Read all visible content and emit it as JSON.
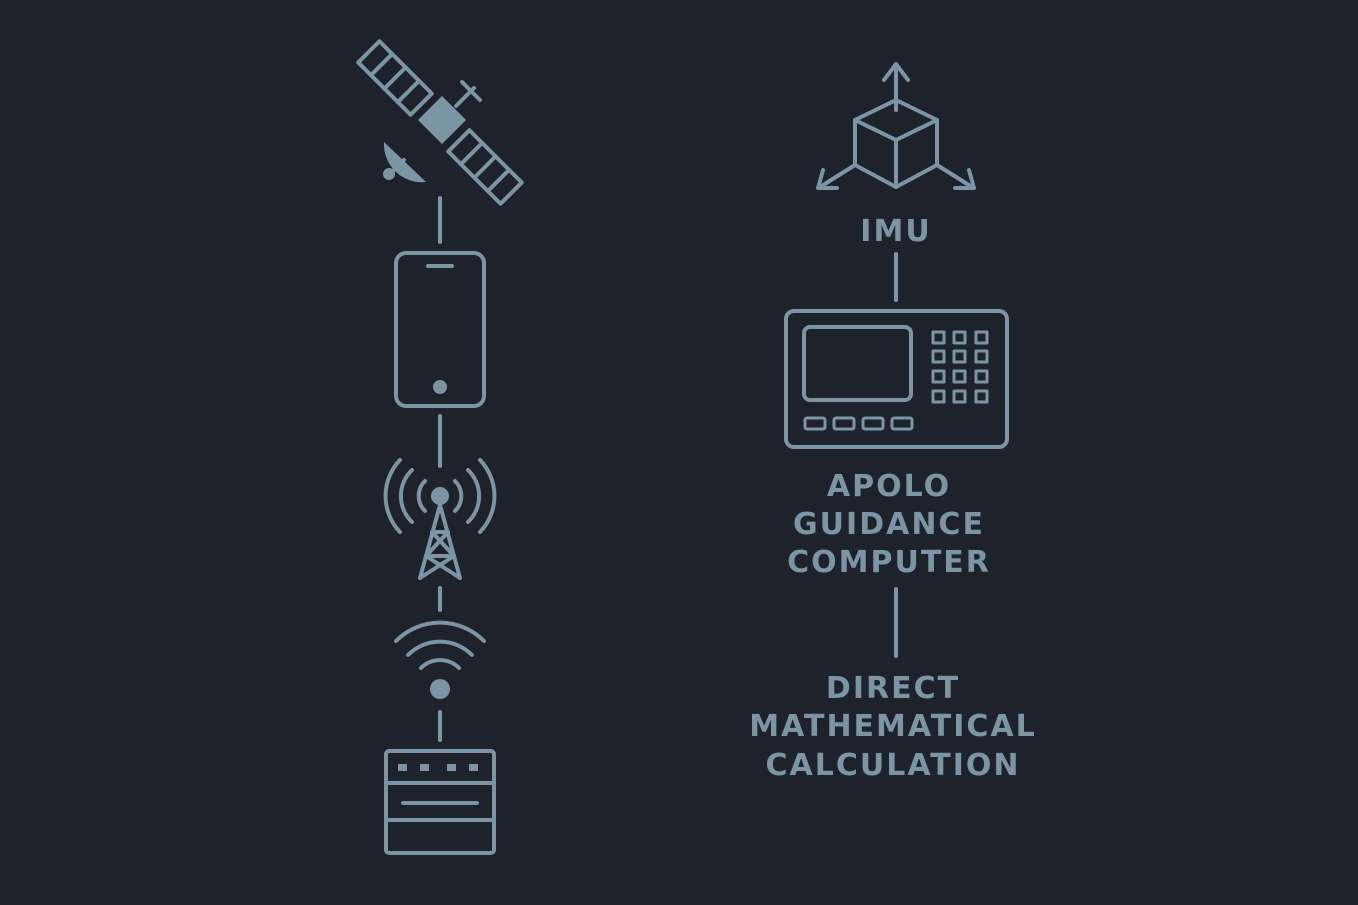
{
  "colors": {
    "background": "#1d222b",
    "line": "#7b95a4"
  },
  "left_chain": {
    "icons": [
      "satellite-icon",
      "smartphone-icon",
      "cell-tower-icon",
      "wifi-icon",
      "router-icon"
    ]
  },
  "right_chain": {
    "icons": [
      "imu-axes-icon",
      "computer-terminal-icon"
    ],
    "imu_label": "IMU",
    "computer_label": [
      "APOLO",
      "GUIDANCE",
      "COMPUTER"
    ],
    "calculation_label": [
      "DIRECT",
      "MATHEMATICAL",
      "CALCULATION"
    ]
  }
}
